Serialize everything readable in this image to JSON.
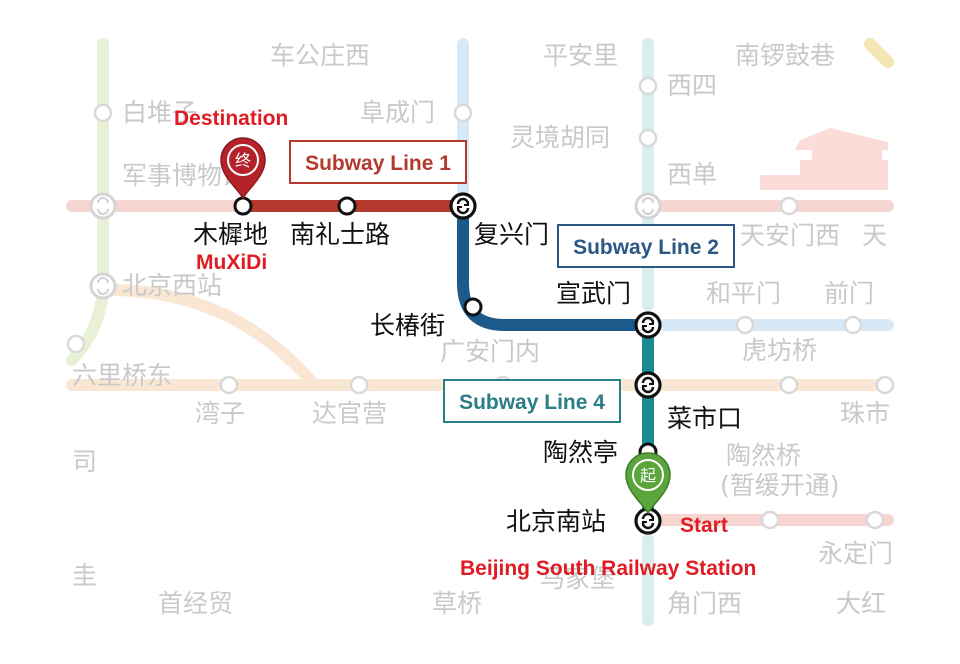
{
  "background_stations": {
    "chegongzhuangxi": "车公庄西",
    "ping_an_li": "平安里",
    "nanluoguxiang": "南锣鼓巷",
    "xisi": "西四",
    "baiduizi": "白堆子",
    "fuchengmen": "阜成门",
    "lingjinghutong": "灵境胡同",
    "junshibowuguan": "军事博物馆",
    "xidan": "西单",
    "tiananmenxi": "天安门西",
    "tian_partial": "天",
    "beijingxizhan": "北京西站",
    "hepingmen": "和平门",
    "qianmen": "前门",
    "guanganmennei": "广安门内",
    "hufangqiao": "虎坊桥",
    "liuliqiaodong": "六里桥东",
    "wanzi": "湾子",
    "daguanying": "达官营",
    "zhushikou_partial": "珠市",
    "taoranqiao": "陶然桥",
    "taoranqiao_note": "(暂缓开通)",
    "qilizhuang_partial": "司",
    "yongdingmen_partial": "永定门",
    "shoujingmao": "首经贸",
    "caoqiao": "草桥",
    "majiapu": "马家堡",
    "jiaomenxi": "角门西",
    "dahongmen_partial": "大红",
    "left_partial": "圭"
  },
  "route_stations": {
    "muxidi": "木樨地",
    "nanlishilu": "南礼士路",
    "fuxingmen": "复兴门",
    "changchunjie": "长椿街",
    "xuanwumen": "宣武门",
    "caishikou": "菜市口",
    "taoranting": "陶然亭",
    "beijingnanzhan": "北京南站"
  },
  "line_labels": {
    "line1": "Subway Line 1",
    "line2": "Subway Line 2",
    "line4": "Subway Line 4"
  },
  "annotations": {
    "destination": "Destination",
    "destination_name": "MuXiDi",
    "start": "Start",
    "start_name": "Beijing South Railway Station"
  },
  "pins": {
    "end_char": "终",
    "start_char": "起"
  },
  "colors": {
    "line1": "#b53a2e",
    "line2": "#1c5a8c",
    "line4": "#1a8c91",
    "annotation_red": "#e01b24",
    "start_pin": "#5aa53c",
    "end_pin": "#b5222a"
  },
  "icons": {
    "transfer": "transfer-icon",
    "destination_pin": "destination-pin-icon",
    "start_pin": "start-pin-icon"
  }
}
